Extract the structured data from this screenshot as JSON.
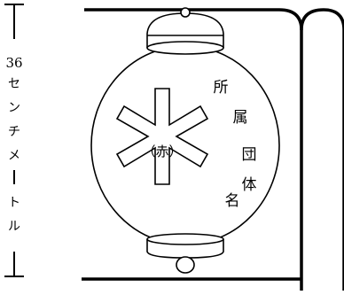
{
  "height_label": {
    "number": "36",
    "chars": [
      "セ",
      "ン",
      "チ",
      "メ",
      "ー",
      "ト",
      "ル"
    ]
  },
  "lantern": {
    "center_text": "（赤）",
    "org_chars": [
      "所",
      "属",
      "団",
      "体",
      "名"
    ],
    "symbol": "star-of-life (six-armed asterisk)"
  }
}
